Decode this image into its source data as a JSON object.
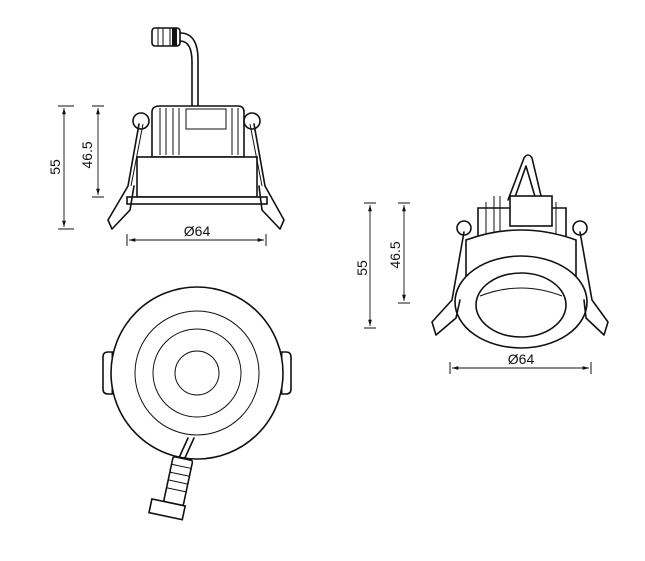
{
  "side_view": {
    "height_total": "55",
    "height_body": "46.5",
    "diameter": "Ø64"
  },
  "perspective_view": {
    "height_total": "55",
    "height_body": "46.5",
    "diameter": "Ø64"
  },
  "colors": {
    "line": "#111111",
    "background": "#ffffff"
  }
}
